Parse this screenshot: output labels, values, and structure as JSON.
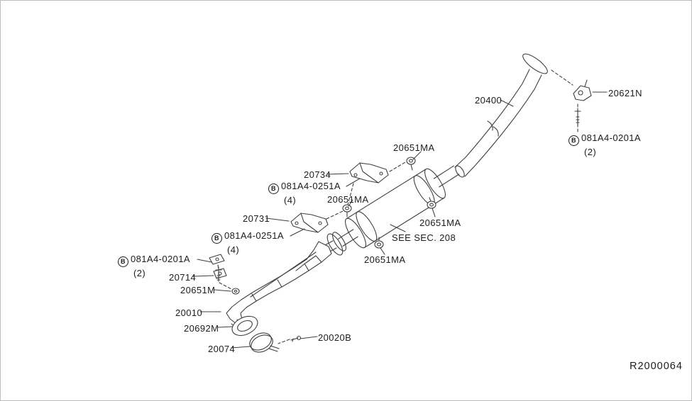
{
  "document": {
    "type": "exhaust-system-parts-diagram",
    "figure_ref": "R2000064"
  },
  "colors": {
    "background": "#ffffff",
    "line": "#3f3f3f",
    "text": "#1c1c1c"
  },
  "callouts": {
    "c20400": {
      "text": "20400"
    },
    "c20621N": {
      "text": "20621N"
    },
    "cBolt0201_right": {
      "badge": "B",
      "text": "081A4-0201A",
      "qty": "(2)"
    },
    "c20651MA_top": {
      "text": "20651MA"
    },
    "c20734": {
      "text": "20734"
    },
    "cBolt0251_upper": {
      "badge": "B",
      "text": "081A4-0251A",
      "qty": "(4)"
    },
    "c20651MA_mid": {
      "text": "20651MA"
    },
    "c20731": {
      "text": "20731"
    },
    "c20651MA_rear": {
      "text": "20651MA"
    },
    "cSeeSec": {
      "text": "SEE SEC. 208"
    },
    "cBolt0251_lower": {
      "badge": "B",
      "text": "081A4-0251A",
      "qty": "(4)"
    },
    "c20651MA_front": {
      "text": "20651MA"
    },
    "cBolt0201_left": {
      "badge": "B",
      "text": "081A4-0201A",
      "qty": "(2)"
    },
    "c20714": {
      "text": "20714"
    },
    "c20651M": {
      "text": "20651M"
    },
    "c20010": {
      "text": "20010"
    },
    "c20692M": {
      "text": "20692M"
    },
    "c20074": {
      "text": "20074"
    },
    "c20020B": {
      "text": "20020B"
    },
    "ref": {
      "text": "R2000064"
    }
  }
}
